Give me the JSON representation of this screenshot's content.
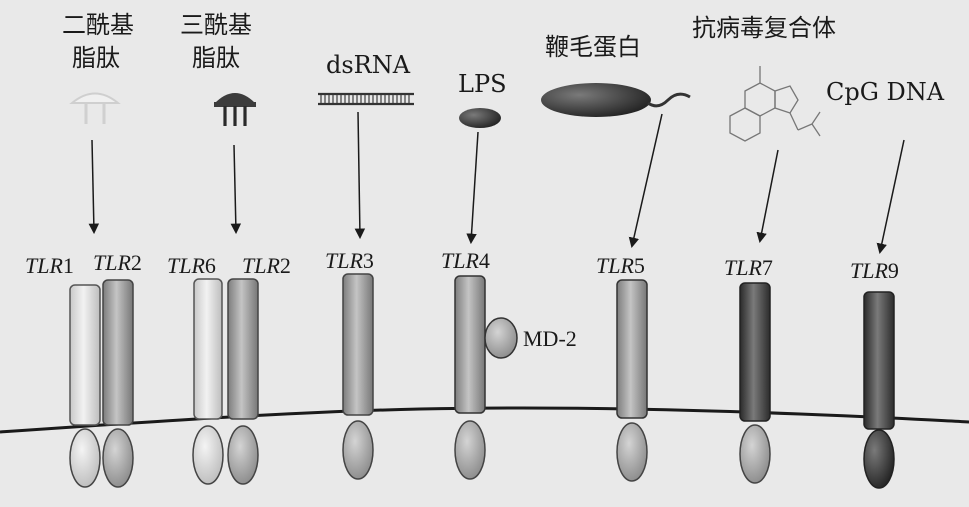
{
  "ligands": {
    "diacyl": {
      "line1": "二酰基",
      "line2": "脂肽"
    },
    "triacyl": {
      "line1": "三酰基",
      "line2": "脂肽"
    },
    "dsrna": "dsRNA",
    "lps": "LPS",
    "flagellin": "鞭毛蛋白",
    "antiviral": "抗病毒复合体",
    "cpg": "CpG DNA"
  },
  "receptors": {
    "tlr1": {
      "prefix": "TLR",
      "num": "1"
    },
    "tlr2a": {
      "prefix": "TLR",
      "num": "2"
    },
    "tlr6": {
      "prefix": "TLR",
      "num": "6"
    },
    "tlr2b": {
      "prefix": "TLR",
      "num": "2"
    },
    "tlr3": {
      "prefix": "TLR",
      "num": "3"
    },
    "tlr4": {
      "prefix": "TLR",
      "num": "4"
    },
    "tlr5": {
      "prefix": "TLR",
      "num": "5"
    },
    "tlr7": {
      "prefix": "TLR",
      "num": "7"
    },
    "tlr9": {
      "prefix": "TLR",
      "num": "9"
    }
  },
  "coreceptor": "MD-2",
  "colors": {
    "background": "#e9e9e9",
    "light_fill": "#e2e2e2",
    "mid_fill": "#a8a8a8",
    "dark_fill": "#4a4a4a",
    "line": "#1a1a1a"
  }
}
